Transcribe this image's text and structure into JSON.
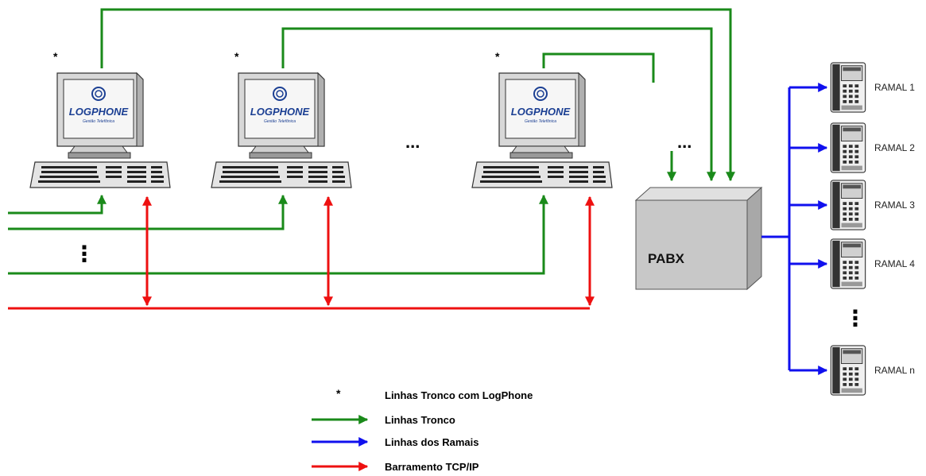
{
  "colors": {
    "trunk": "#1a8a1a",
    "extension": "#1010ee",
    "tcpip": "#ee1010",
    "pabx_fill": "#c8c8c8",
    "logo_blue": "#1b3f93"
  },
  "workstations": [
    {
      "marker": "*",
      "logo_text": "LOGPHONE",
      "logo_sub": "Gestão Telefônica"
    },
    {
      "marker": "*",
      "logo_text": "LOGPHONE",
      "logo_sub": "Gestão Telefônica"
    },
    {
      "marker": "*",
      "logo_text": "LOGPHONE",
      "logo_sub": "Gestão Telefônica"
    }
  ],
  "ellipsis_h": "...",
  "ellipsis_v": "⋮",
  "pabx_label": "PABX",
  "extensions": [
    "RAMAL 1",
    "RAMAL 2",
    "RAMAL 3",
    "RAMAL 4",
    "RAMAL n"
  ],
  "legend": {
    "asterisk_symbol": "*",
    "asterisk_text": "Linhas Tronco com LogPhone",
    "trunk_text": "Linhas Tronco",
    "extension_text": "Linhas dos Ramais",
    "tcpip_text": "Barramento TCP/IP"
  }
}
